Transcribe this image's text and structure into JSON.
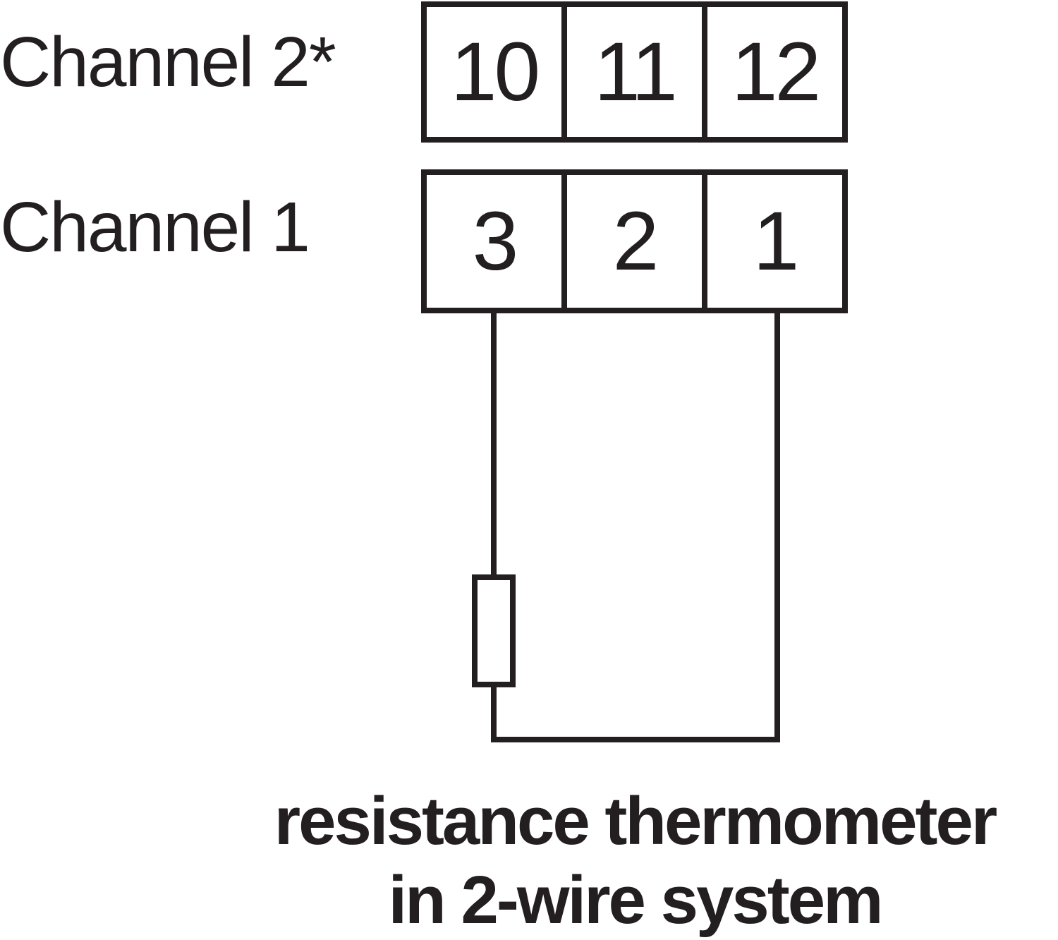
{
  "labels": {
    "channel2": "Channel 2*",
    "channel1": "Channel 1"
  },
  "terminals": {
    "channel2": [
      "10",
      "11",
      "12"
    ],
    "channel1": [
      "3",
      "2",
      "1"
    ]
  },
  "caption": {
    "line1": "resistance thermometer",
    "line2": "in 2-wire system"
  },
  "colors": {
    "ink": "#231f20",
    "background": "#ffffff"
  }
}
